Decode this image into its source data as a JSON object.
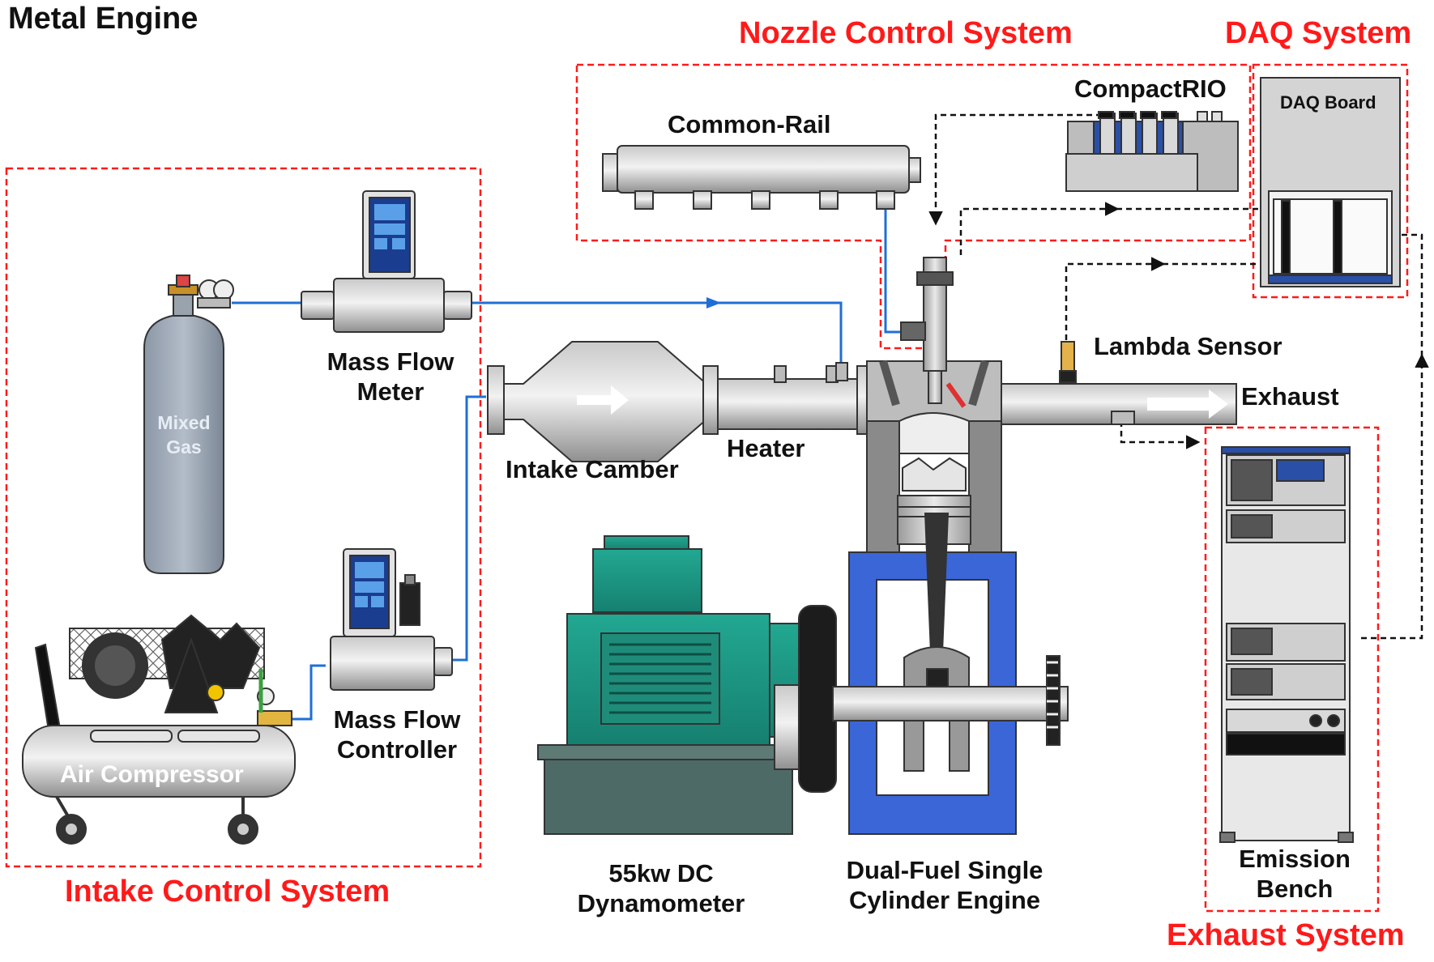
{
  "title": "Metal Engine",
  "systems": {
    "nozzle": "Nozzle Control System",
    "daq": "DAQ System",
    "intake": "Intake Control System",
    "exhaust": "Exhaust System"
  },
  "components": {
    "common_rail": "Common-Rail",
    "compactrio": "CompactRIO",
    "daq_board": "DAQ Board",
    "mixed_gas_1": "Mixed",
    "mixed_gas_2": "Gas",
    "mass_flow_meter_1": "Mass Flow",
    "mass_flow_meter_2": "Meter",
    "intake_camber": "Intake Camber",
    "heater": "Heater",
    "lambda_sensor": "Lambda Sensor",
    "exhaust": "Exhaust",
    "mass_flow_controller_1": "Mass Flow",
    "mass_flow_controller_2": "Controller",
    "air_compressor": "Air Compressor",
    "dynamometer_1": "55kw DC",
    "dynamometer_2": "Dynamometer",
    "engine_1": "Dual-Fuel Single",
    "engine_2": "Cylinder Engine",
    "emission_bench_1": "Emission",
    "emission_bench_2": "Bench"
  },
  "colors": {
    "frame_red": "#ff1a1a",
    "gas_line_blue": "#1f6fd6",
    "signal_black": "#111111",
    "dyno_green": "#1a9a86",
    "engine_block_blue": "#3a66d8"
  }
}
